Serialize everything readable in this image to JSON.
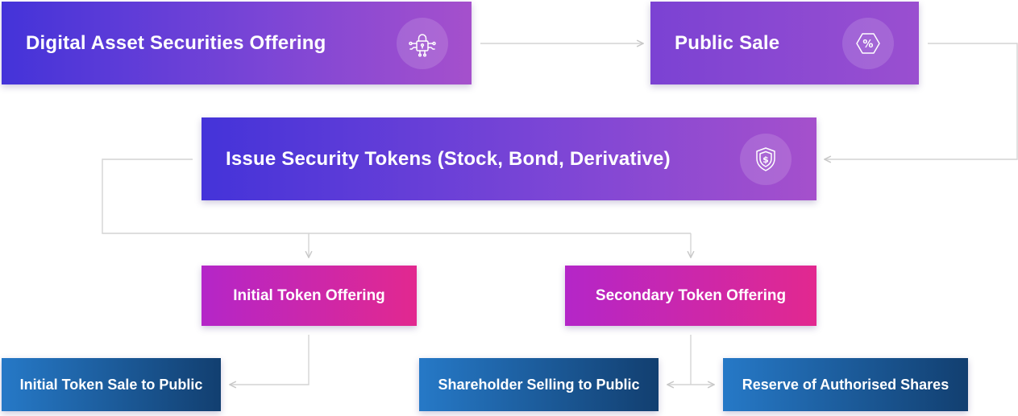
{
  "nodes": {
    "dso": {
      "label": "Digital Asset Securities Offering",
      "icon": "lock-circuit-icon"
    },
    "public_sale": {
      "label": "Public Sale",
      "icon": "percent-hexagon-icon"
    },
    "issue": {
      "label": "Issue Security Tokens (Stock, Bond, Derivative)",
      "icon": "shield-dollar-icon"
    },
    "ito": {
      "label": "Initial Token Offering"
    },
    "sto": {
      "label": "Secondary Token Offering"
    },
    "initial_sale": {
      "label": "Initial Token Sale to Public"
    },
    "shareholder": {
      "label": "Shareholder Selling to Public"
    },
    "reserve": {
      "label": "Reserve of Authorised Shares"
    }
  },
  "colors": {
    "purple_start": "#4433d9",
    "purple_end": "#a550cc",
    "magenta_start": "#b426c8",
    "magenta_end": "#e2288f",
    "blue_start": "#2679c7",
    "blue_end": "#123f70",
    "connector": "#d4d4d4"
  }
}
